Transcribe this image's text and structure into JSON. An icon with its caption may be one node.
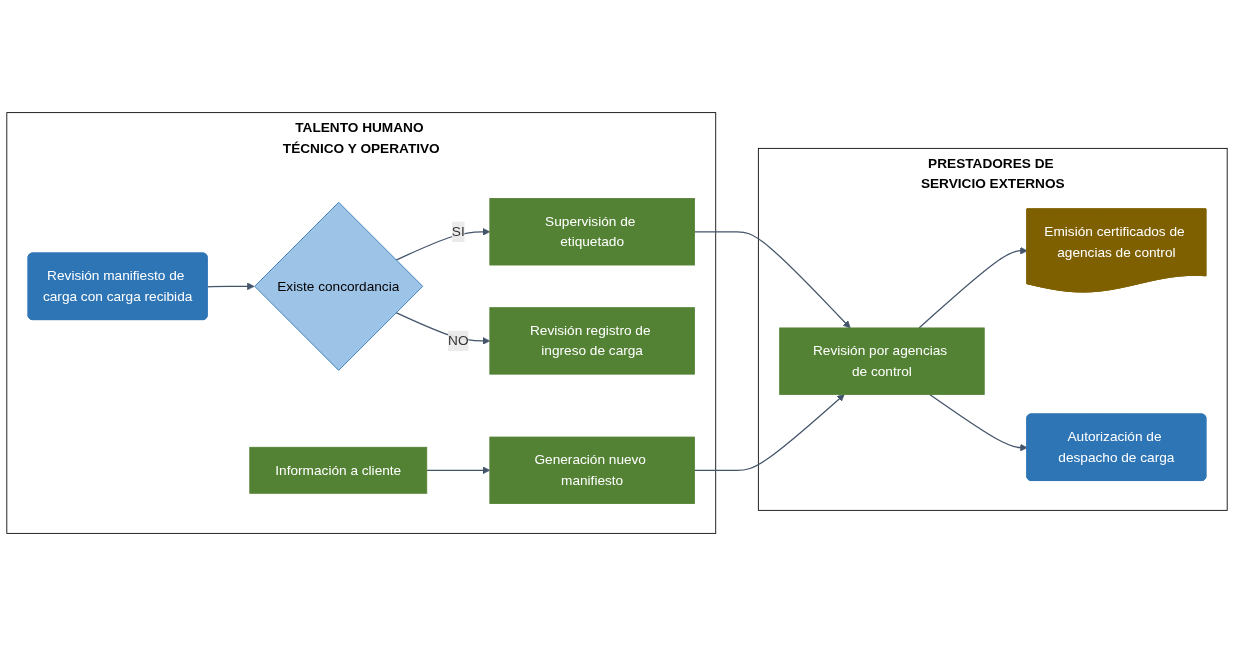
{
  "diagram": {
    "nodes": [
      {
        "text": [
          "TALENTO HUMANO TÉCNICO Y OPERATIVO"
        ]
      },
      {
        "text": [
          "Revisión manifiesto de carga con carga recibida"
        ],
        "in": 0
      },
      {
        "text": [
          "Existe concordancia"
        ],
        "in": 0
      },
      {
        "text": [
          "Supervisión de etiquetado"
        ],
        "in": 0
      },
      {
        "text": [
          "Revisión registro de ingreso de carga"
        ],
        "in": 0
      },
      {
        "text": [
          "Información a cliente"
        ],
        "in": 0
      },
      {
        "text": [
          "Generación nuevo manifiesto"
        ],
        "in": 0
      },
      {
        "text": [
          "PRESTADORES DE SERVICIO EXTERNOS"
        ]
      },
      {
        "text": [
          "Revisión por agencias de control"
        ],
        "in": 7
      },
      {
        "text": [
          "Emisión certificados de agencias de control"
        ],
        "in": 7
      },
      {
        "text": [
          "Autorización de despacho de carga"
        ],
        "in": 7
      }
    ],
    "edges": [
      {
        "from": 1,
        "to": 2,
        "arrow": "to"
      },
      {
        "from": 2,
        "to": 3,
        "label": "SI",
        "arrow": "to"
      },
      {
        "from": 2,
        "to": 4,
        "label": "NO",
        "arrow": "to"
      },
      {
        "from": 5,
        "to": 6,
        "arrow": "to"
      },
      {
        "from": 3,
        "to": 8,
        "arrow": "to"
      },
      {
        "from": 6,
        "to": 8,
        "arrow": "to"
      },
      {
        "from": 8,
        "to": 9,
        "arrow": "to"
      },
      {
        "from": 8,
        "to": 10,
        "arrow": "to"
      }
    ]
  }
}
